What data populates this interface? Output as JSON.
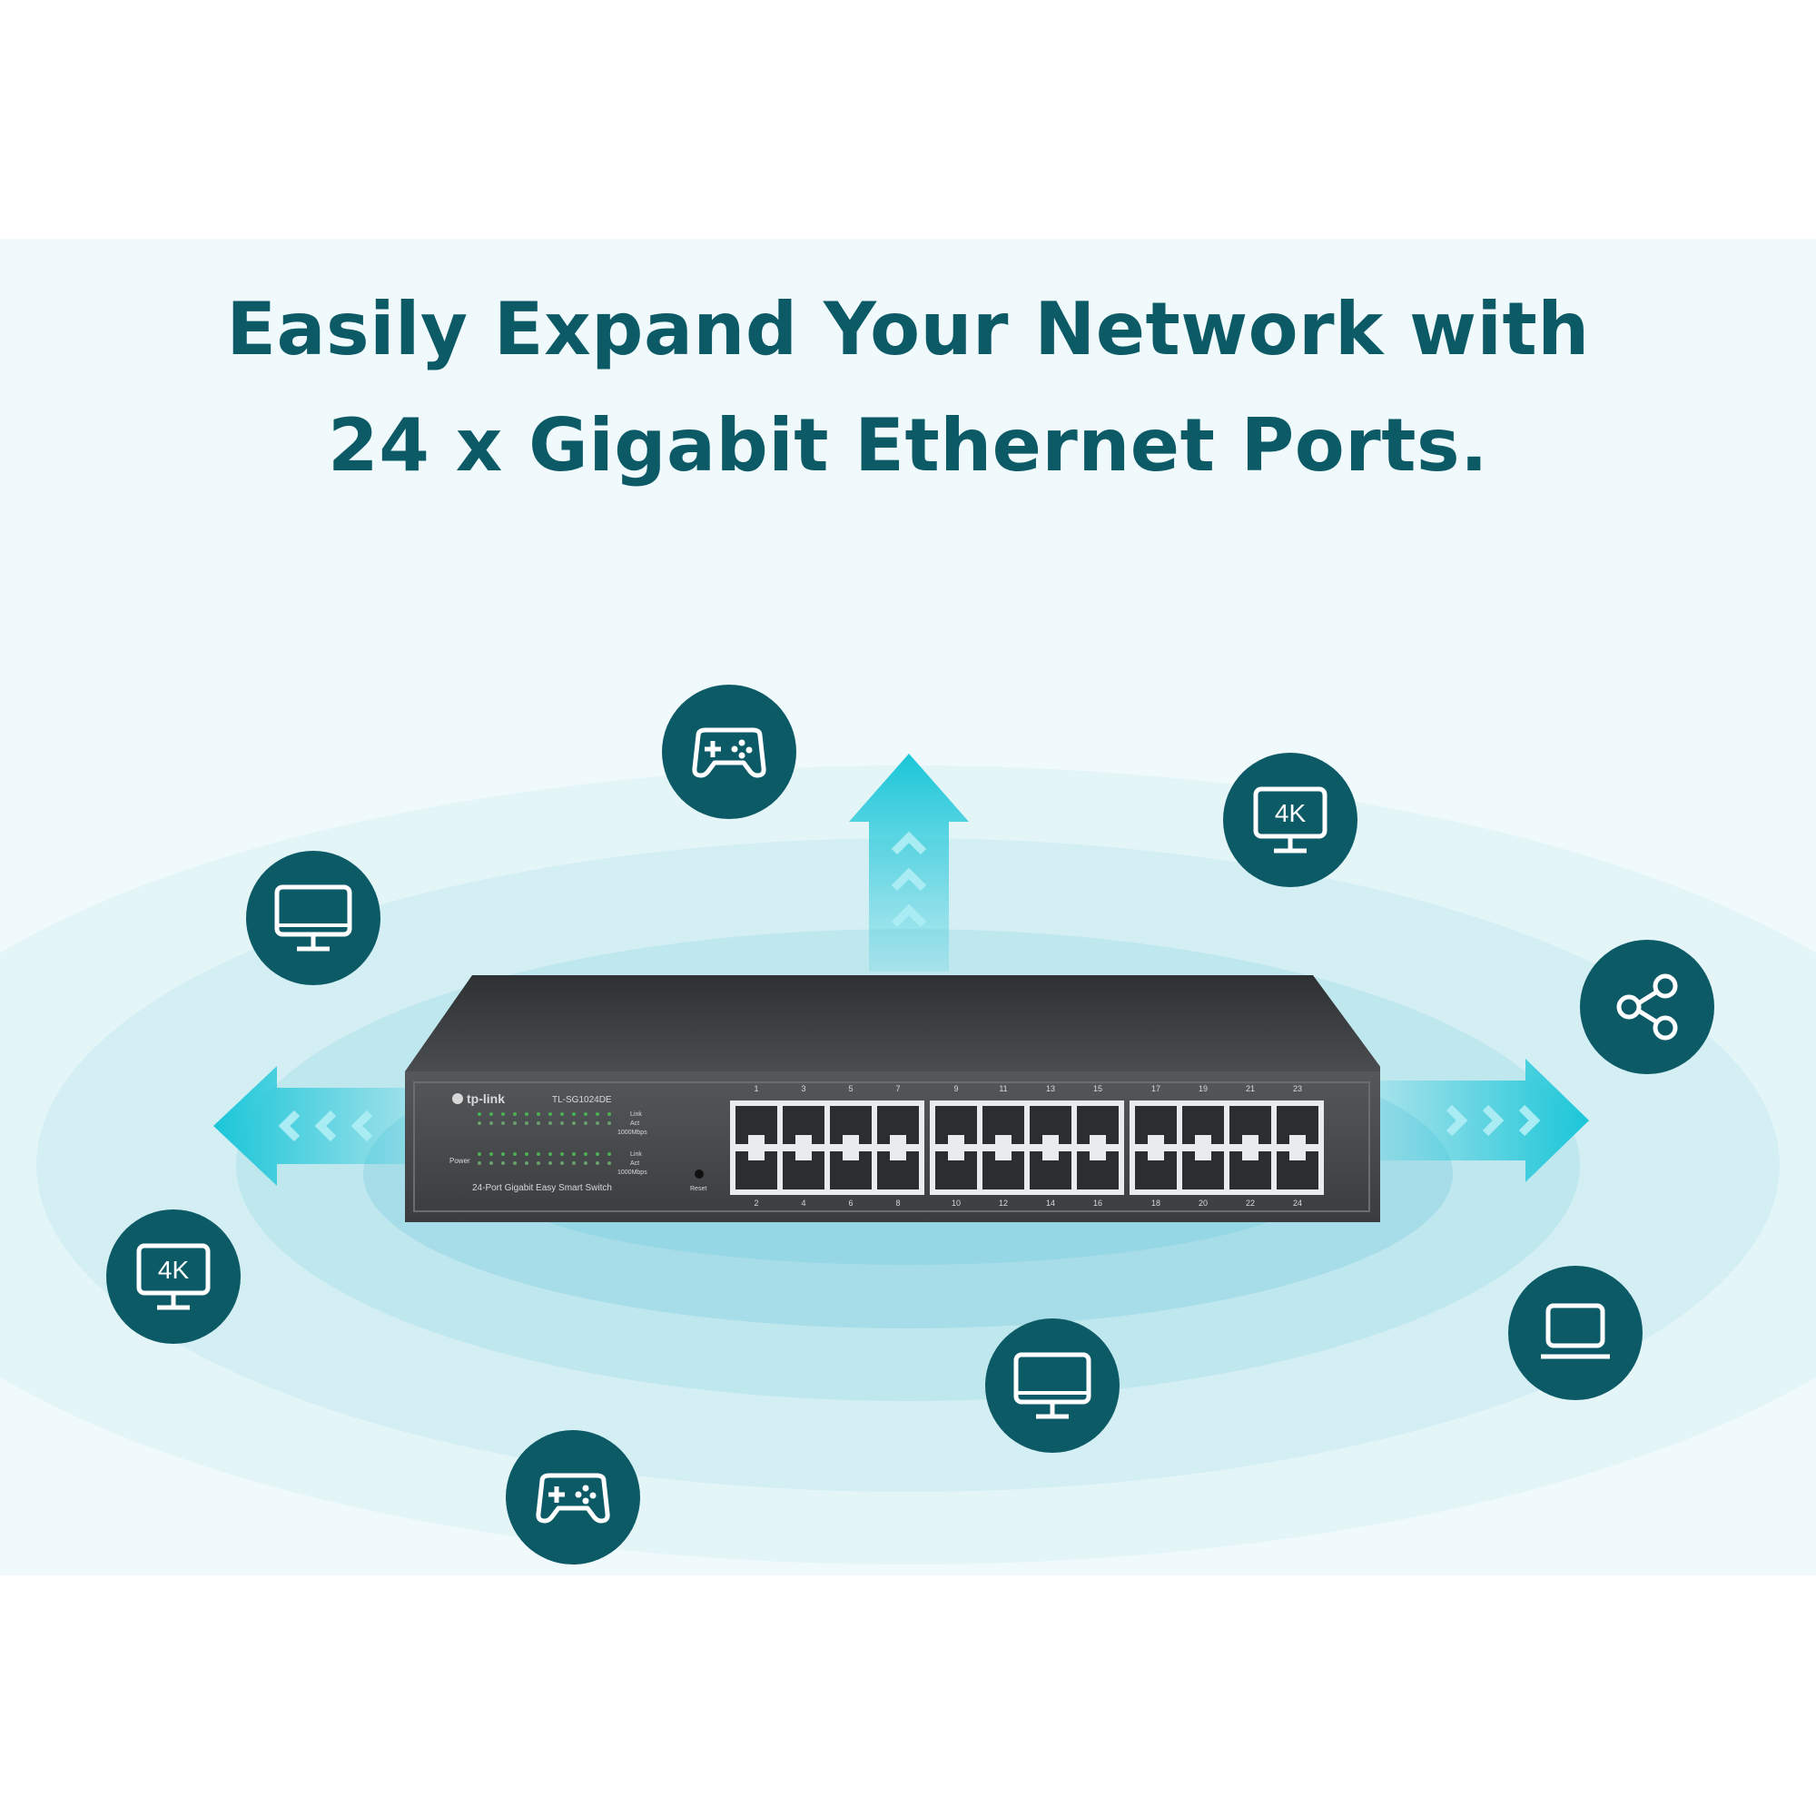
{
  "heading": {
    "line1": "Easily Expand Your Network with",
    "line2": "24 x Gigabit Ethernet Ports."
  },
  "device": {
    "brand": "tp-link",
    "model": "TL-SG1024DE",
    "description": "24-Port Gigabit Easy Smart Switch",
    "led_labels": {
      "link": "Link",
      "act": "Act",
      "speed": "1000Mbps",
      "power": "Power"
    },
    "reset_label": "Reset",
    "port_numbers_top": [
      "1",
      "3",
      "5",
      "7",
      "9",
      "11",
      "13",
      "15",
      "17",
      "19",
      "21",
      "23"
    ],
    "port_numbers_bottom": [
      "2",
      "4",
      "6",
      "8",
      "10",
      "12",
      "14",
      "16",
      "18",
      "20",
      "22",
      "24"
    ]
  },
  "icons": [
    {
      "name": "gamepad-icon"
    },
    {
      "name": "monitor-4k-icon",
      "text": "4K"
    },
    {
      "name": "monitor-icon"
    },
    {
      "name": "share-icon"
    },
    {
      "name": "monitor-4k-icon",
      "text": "4K"
    },
    {
      "name": "laptop-icon"
    },
    {
      "name": "monitor-icon"
    },
    {
      "name": "gamepad-icon"
    }
  ],
  "colors": {
    "brand_teal": "#0d5a67",
    "arrow_cyan": "#19c6d8",
    "switch_body": "#3f4244"
  }
}
